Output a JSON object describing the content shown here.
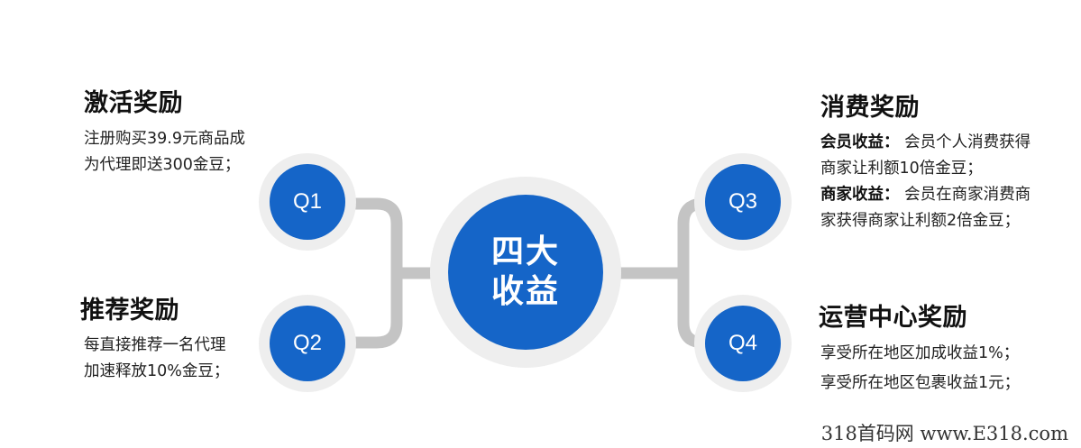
{
  "center": {
    "line1": "四大",
    "line2": "收益"
  },
  "q1": {
    "label": "Q1",
    "title": "激活奖励",
    "lines": [
      "注册购买39.9元商品成",
      "为代理即送300金豆；"
    ]
  },
  "q2": {
    "label": "Q2",
    "title": "推荐奖励",
    "lines": [
      "每直接推荐一名代理",
      "加速释放10%金豆；"
    ]
  },
  "q3": {
    "label": "Q3",
    "title": "消费奖励",
    "member_label": "会员收益：",
    "member_line1": "会员个人消费获得",
    "member_line2": "商家让利额10倍金豆；",
    "merchant_label": "商家收益：",
    "merchant_line1": "会员在商家消费商",
    "merchant_line2": "家获得商家让利额2倍金豆；"
  },
  "q4": {
    "label": "Q4",
    "title": "运营中心奖励",
    "lines": [
      "享受所在地区加成收益1%；",
      "享受所在地区包裹收益1元；"
    ]
  },
  "watermark": "318首码网 www.E318.com",
  "colors": {
    "circle_blue": "#1565c8",
    "ring_gray": "#eeeeee",
    "connector_gray": "#c4c4c4"
  }
}
